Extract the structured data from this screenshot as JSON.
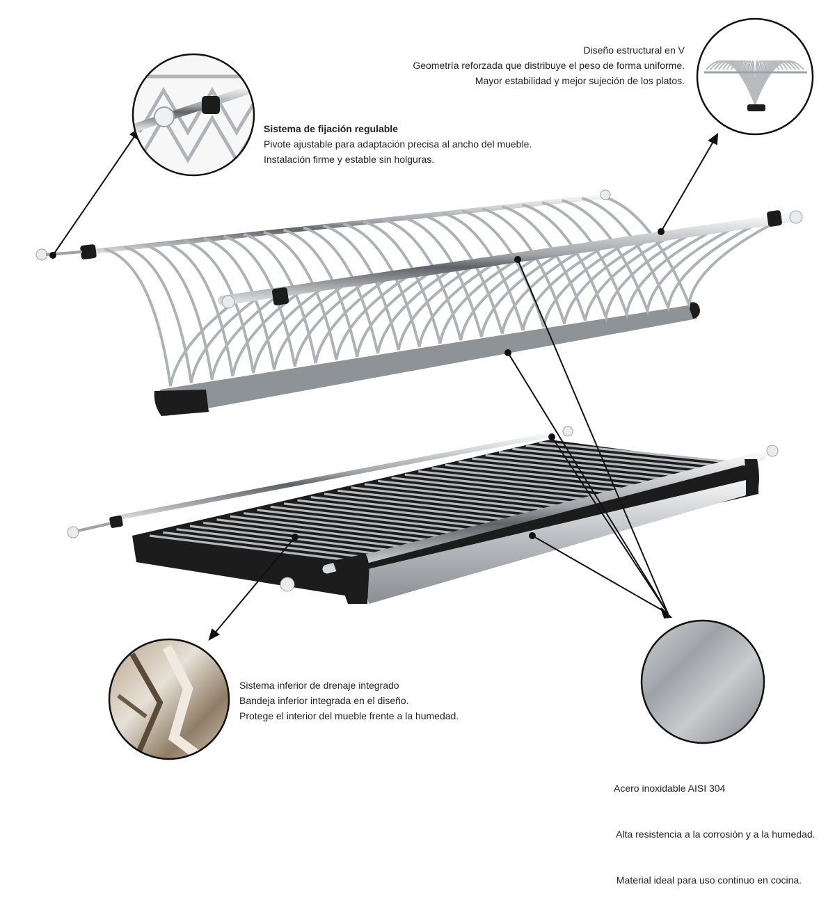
{
  "callouts": {
    "v_design": {
      "title": "Diseño estructural en V",
      "lines": [
        "Geometría reforzada que distribuye el peso de forma uniforme.",
        "Mayor estabilidad y mejor sujeción de los platos."
      ]
    },
    "fixing": {
      "title": "Sistema de fijación regulable",
      "lines": [
        "Pivote ajustable para adaptación precisa al ancho del mueble.",
        "Instalación firme y estable sin holguras."
      ]
    },
    "drainage": {
      "title": "Sistema inferior de drenaje integrado",
      "lines": [
        "Bandeja inferior integrada en el diseño.",
        "Protege el interior del mueble frente a la humedad."
      ]
    },
    "steel": {
      "title": "Acero inoxidable AISI 304",
      "lines": [
        " Alta resistencia a la corrosión y a la humedad.",
        " Material ideal para uso continuo en cocina."
      ]
    }
  },
  "colors": {
    "steel_light": "#e6e8ea",
    "steel_mid": "#b9bdc1",
    "steel_dark": "#6f7478",
    "plastic_black": "#1c1c1c",
    "line_black": "#111111"
  }
}
